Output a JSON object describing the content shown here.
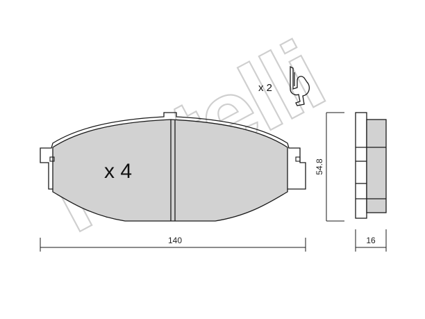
{
  "watermark": "metelli",
  "pad": {
    "quantity_label": "x 4"
  },
  "clip": {
    "quantity_label": "x 2"
  },
  "dimensions": {
    "width": "140",
    "height": "54.8",
    "thickness": "16"
  },
  "colors": {
    "pad_fill": "#d2d2d2",
    "line": "#1a1a1a",
    "watermark": "#cfcfcf"
  }
}
